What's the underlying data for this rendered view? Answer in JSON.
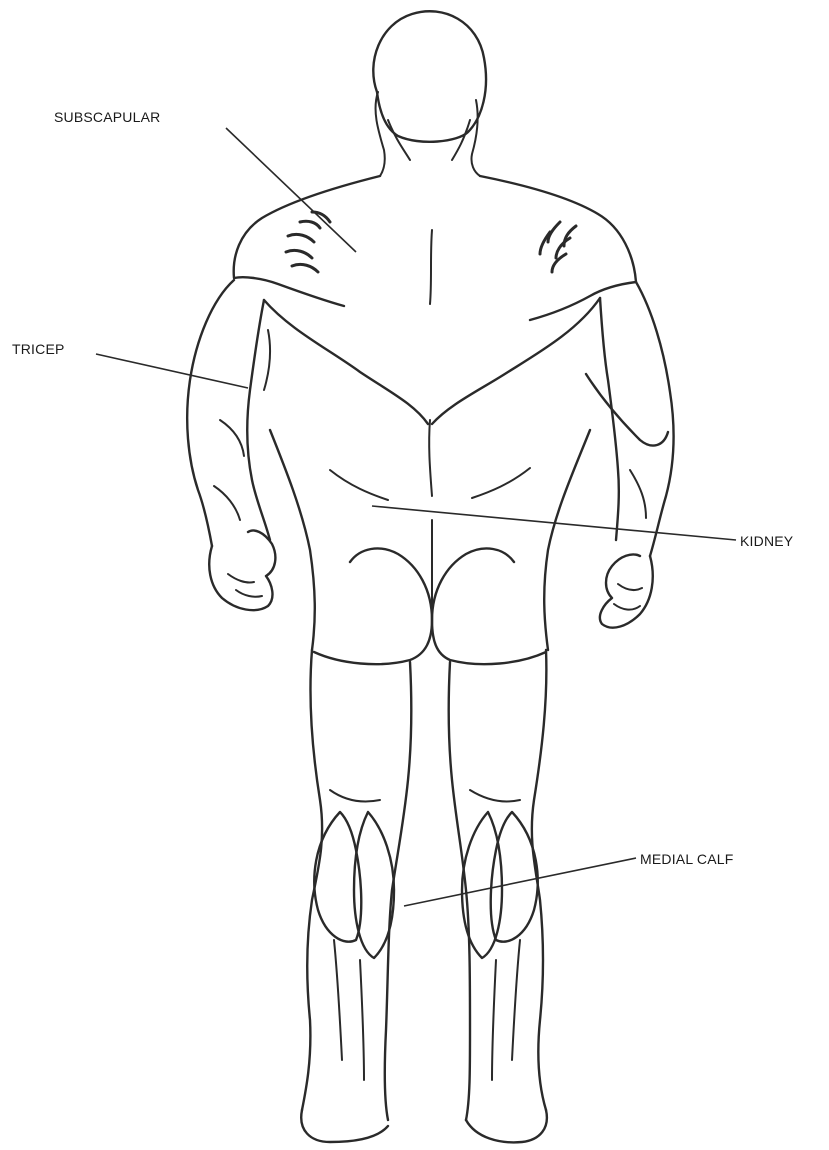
{
  "labels": {
    "subscapular": "SUBSCAPULAR",
    "tricep": "TRICEP",
    "kidney": "KIDNEY",
    "medial_calf": "MEDIAL CALF"
  }
}
